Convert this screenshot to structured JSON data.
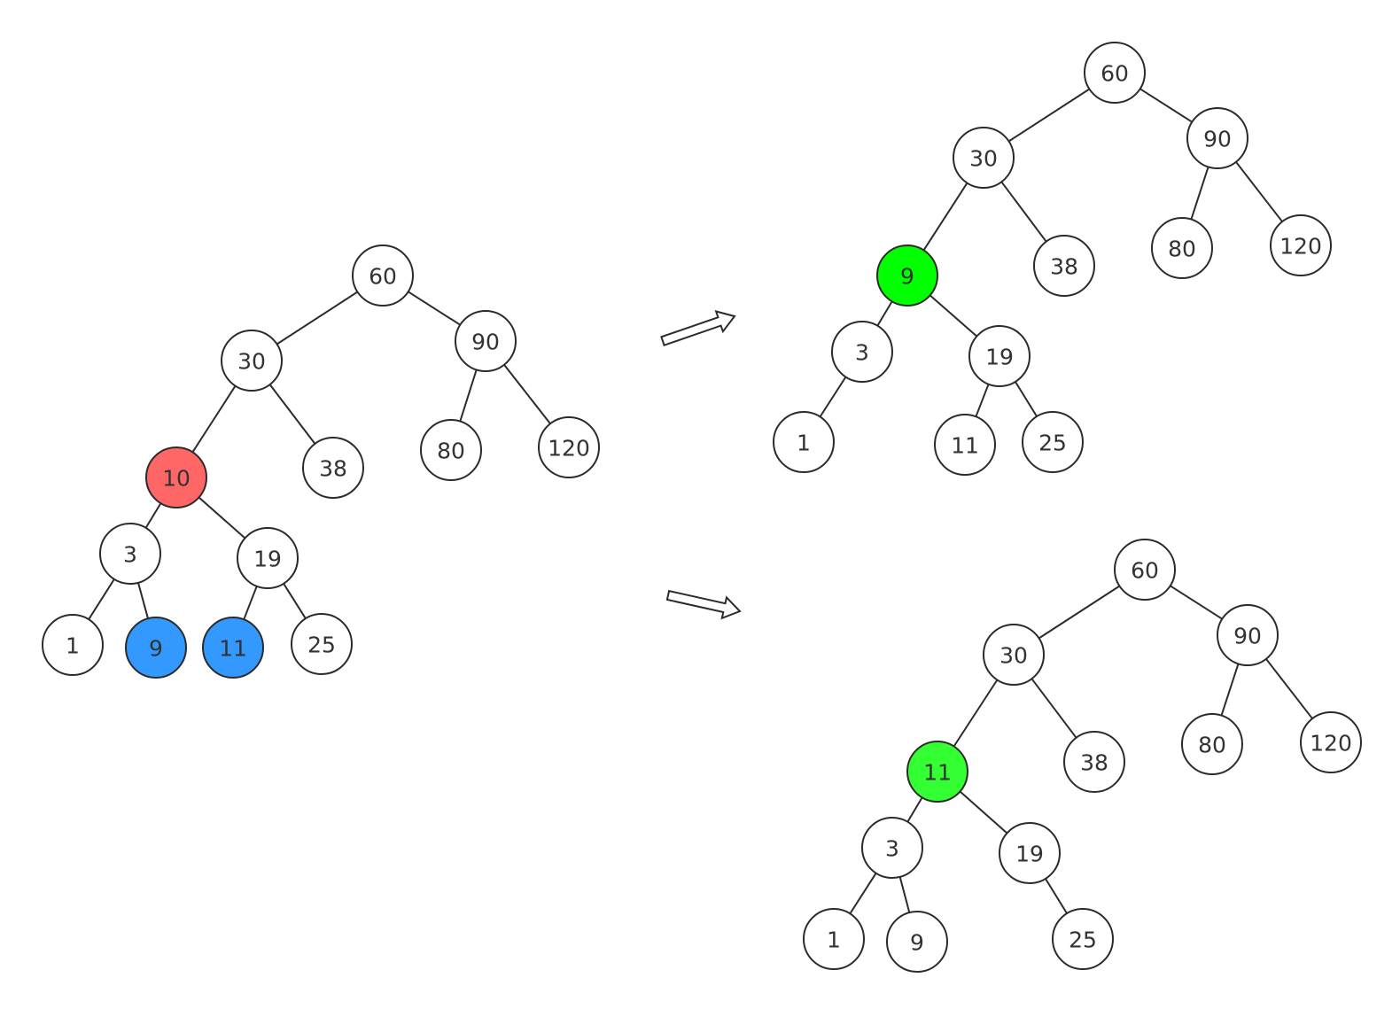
{
  "diagram": {
    "colors": {
      "default_fill": "#ffffff",
      "deleted_node": "#ff6666",
      "candidate_node": "#3399ff",
      "replacement_predecessor": "#00ff00",
      "replacement_successor": "#33ff33",
      "stroke": "#2b2b2b",
      "text": "#333333"
    },
    "trees": [
      {
        "id": "original",
        "nodes": [
          {
            "id": "n60",
            "label": "60",
            "state": "default"
          },
          {
            "id": "n30",
            "label": "30",
            "state": "default"
          },
          {
            "id": "n90",
            "label": "90",
            "state": "default"
          },
          {
            "id": "n10",
            "label": "10",
            "state": "deleted"
          },
          {
            "id": "n38",
            "label": "38",
            "state": "default"
          },
          {
            "id": "n80",
            "label": "80",
            "state": "default"
          },
          {
            "id": "n120",
            "label": "120",
            "state": "default"
          },
          {
            "id": "n3",
            "label": "3",
            "state": "default"
          },
          {
            "id": "n19",
            "label": "19",
            "state": "default"
          },
          {
            "id": "n1",
            "label": "1",
            "state": "default"
          },
          {
            "id": "n9",
            "label": "9",
            "state": "candidate"
          },
          {
            "id": "n11",
            "label": "11",
            "state": "candidate"
          },
          {
            "id": "n25",
            "label": "25",
            "state": "default"
          }
        ],
        "edges": [
          [
            "n60",
            "n30"
          ],
          [
            "n60",
            "n90"
          ],
          [
            "n30",
            "n10"
          ],
          [
            "n30",
            "n38"
          ],
          [
            "n90",
            "n80"
          ],
          [
            "n90",
            "n120"
          ],
          [
            "n10",
            "n3"
          ],
          [
            "n10",
            "n19"
          ],
          [
            "n3",
            "n1"
          ],
          [
            "n3",
            "n9"
          ],
          [
            "n19",
            "n11"
          ],
          [
            "n19",
            "n25"
          ]
        ]
      },
      {
        "id": "predecessor-result",
        "nodes": [
          {
            "id": "n60",
            "label": "60",
            "state": "default"
          },
          {
            "id": "n30",
            "label": "30",
            "state": "default"
          },
          {
            "id": "n90",
            "label": "90",
            "state": "default"
          },
          {
            "id": "n9",
            "label": "9",
            "state": "replacement_predecessor"
          },
          {
            "id": "n38",
            "label": "38",
            "state": "default"
          },
          {
            "id": "n80",
            "label": "80",
            "state": "default"
          },
          {
            "id": "n120",
            "label": "120",
            "state": "default"
          },
          {
            "id": "n3",
            "label": "3",
            "state": "default"
          },
          {
            "id": "n19",
            "label": "19",
            "state": "default"
          },
          {
            "id": "n1",
            "label": "1",
            "state": "default"
          },
          {
            "id": "n11",
            "label": "11",
            "state": "default"
          },
          {
            "id": "n25",
            "label": "25",
            "state": "default"
          }
        ],
        "edges": [
          [
            "n60",
            "n30"
          ],
          [
            "n60",
            "n90"
          ],
          [
            "n30",
            "n9"
          ],
          [
            "n30",
            "n38"
          ],
          [
            "n90",
            "n80"
          ],
          [
            "n90",
            "n120"
          ],
          [
            "n9",
            "n3"
          ],
          [
            "n9",
            "n19"
          ],
          [
            "n3",
            "n1"
          ],
          [
            "n19",
            "n11"
          ],
          [
            "n19",
            "n25"
          ]
        ]
      },
      {
        "id": "successor-result",
        "nodes": [
          {
            "id": "n60",
            "label": "60",
            "state": "default"
          },
          {
            "id": "n30",
            "label": "30",
            "state": "default"
          },
          {
            "id": "n90",
            "label": "90",
            "state": "default"
          },
          {
            "id": "n11",
            "label": "11",
            "state": "replacement_successor"
          },
          {
            "id": "n38",
            "label": "38",
            "state": "default"
          },
          {
            "id": "n80",
            "label": "80",
            "state": "default"
          },
          {
            "id": "n120",
            "label": "120",
            "state": "default"
          },
          {
            "id": "n3",
            "label": "3",
            "state": "default"
          },
          {
            "id": "n19",
            "label": "19",
            "state": "default"
          },
          {
            "id": "n1",
            "label": "1",
            "state": "default"
          },
          {
            "id": "n9",
            "label": "9",
            "state": "default"
          },
          {
            "id": "n25",
            "label": "25",
            "state": "default"
          }
        ],
        "edges": [
          [
            "n60",
            "n30"
          ],
          [
            "n60",
            "n90"
          ],
          [
            "n30",
            "n11"
          ],
          [
            "n30",
            "n38"
          ],
          [
            "n90",
            "n80"
          ],
          [
            "n90",
            "n120"
          ],
          [
            "n11",
            "n3"
          ],
          [
            "n11",
            "n19"
          ],
          [
            "n3",
            "n1"
          ],
          [
            "n3",
            "n9"
          ],
          [
            "n19",
            "n25"
          ]
        ]
      }
    ],
    "arrows": [
      {
        "id": "to-predecessor",
        "from": "original",
        "to": "predecessor-result"
      },
      {
        "id": "to-successor",
        "from": "original",
        "to": "successor-result"
      }
    ]
  }
}
